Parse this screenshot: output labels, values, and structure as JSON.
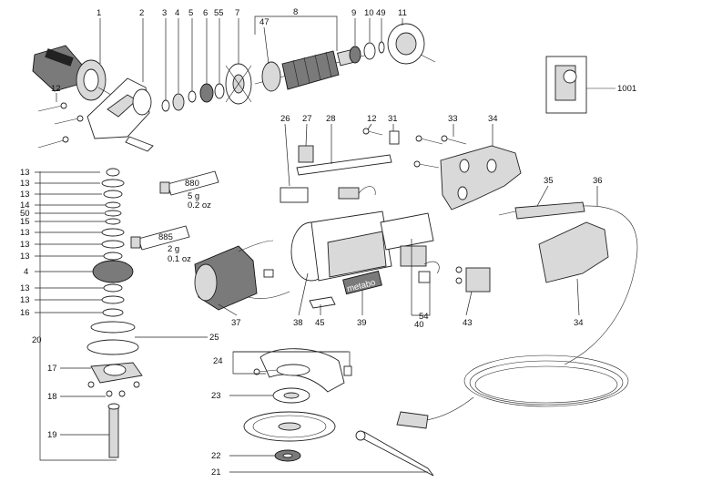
{
  "callouts": {
    "c1": "1",
    "c2": "2",
    "c3": "3",
    "c4": "4",
    "c5": "5",
    "c6": "6",
    "c55": "55",
    "c7": "7",
    "c8": "8",
    "c47": "47",
    "c9": "9",
    "c10": "10",
    "c49": "49",
    "c11": "11",
    "c1001": "1001",
    "c12a": "12",
    "c26": "26",
    "c27": "27",
    "c28": "28",
    "c12b": "12",
    "c31": "31",
    "c33": "33",
    "c34a": "34",
    "c35": "35",
    "c36": "36",
    "c13a": "13",
    "c13b": "13",
    "c13c": "13",
    "c14": "14",
    "c50": "50",
    "c15": "15",
    "c13d": "13",
    "c13e": "13",
    "c13f": "13",
    "c4b": "4",
    "c13g": "13",
    "c13h": "13",
    "c16": "16",
    "c20": "20",
    "c25": "25",
    "c17": "17",
    "c18": "18",
    "c19": "19",
    "c37": "37",
    "c38": "38",
    "c45": "45",
    "c39": "39",
    "c54": "54",
    "c40": "40",
    "c43": "43",
    "c34b": "34",
    "c24": "24",
    "c23": "23",
    "c22": "22",
    "c21": "21"
  },
  "tube_880": {
    "number": "880",
    "amount": "5 g",
    "amount_oz": "0.2 oz"
  },
  "tube_885": {
    "number": "885",
    "amount": "2 g",
    "amount_oz": "0.1 oz"
  },
  "brand_mark": "metabo",
  "colors": {
    "line": "#222222",
    "paper": "#ffffff",
    "shade": "#7a7a7a"
  }
}
